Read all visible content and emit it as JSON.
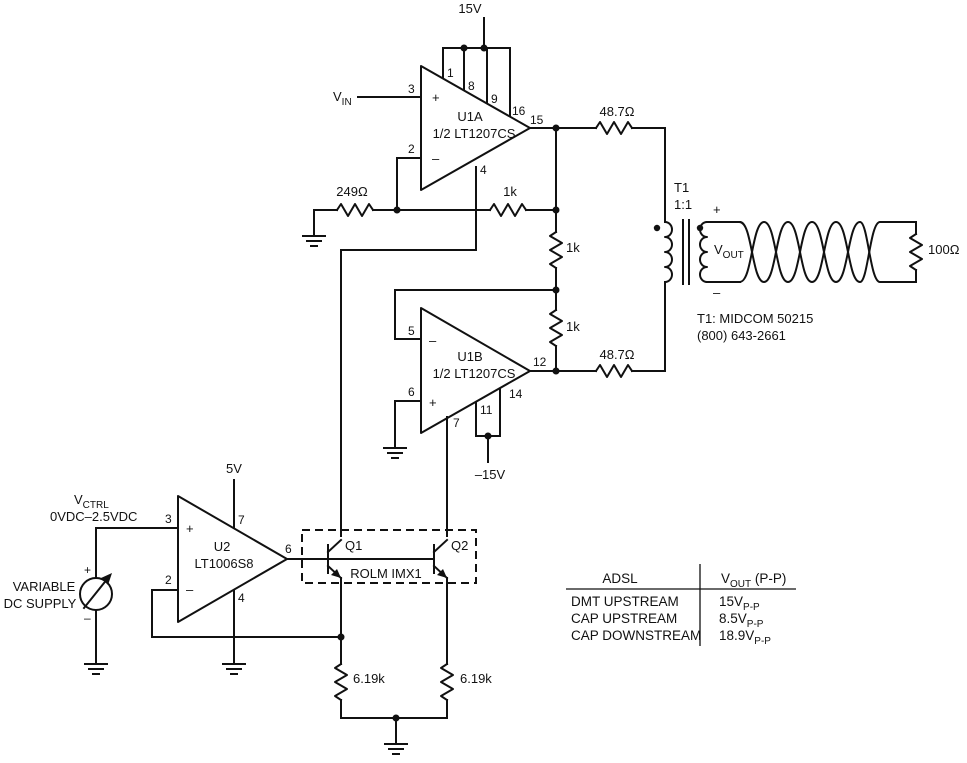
{
  "supplies": {
    "pos15": "15V",
    "neg15": "–15V",
    "pos5": "5V"
  },
  "u1a": {
    "name": "U1A",
    "part": "1/2 LT1207CS",
    "pins": {
      "p1": "1",
      "p8": "8",
      "p9": "9",
      "p16": "16",
      "p3": "3",
      "p2": "2",
      "p4": "4",
      "p15": "15"
    }
  },
  "u1b": {
    "name": "U1B",
    "part": "1/2 LT1207CS",
    "pins": {
      "p5": "5",
      "p6": "6",
      "p7": "7",
      "p11": "11",
      "p14": "14",
      "p12": "12"
    }
  },
  "u2": {
    "name": "U2",
    "part": "LT1006S8",
    "pins": {
      "p3": "3",
      "p2": "2",
      "p7": "7",
      "p4": "4",
      "p6": "6"
    }
  },
  "signals": {
    "vin_main": "V",
    "vin_sub": "IN",
    "vctrl_main": "V",
    "vctrl_sub": "CTRL",
    "vctrl_range": "0VDC–2.5VDC",
    "vout_main": "V",
    "vout_sub": "OUT"
  },
  "opamp_signs": {
    "plus": "+",
    "minus": "–"
  },
  "resistors": {
    "r249": "249Ω",
    "r1k_a": "1k",
    "r1k_b": "1k",
    "r1k_c": "1k",
    "r487_top": "48.7Ω",
    "r487_bot": "48.7Ω",
    "r100": "100Ω",
    "r619_a": "6.19k",
    "r619_b": "6.19k"
  },
  "transformer": {
    "name": "T1",
    "ratio": "1:1",
    "plus": "+",
    "minus": "–",
    "note_line1": "T1: MIDCOM 50215",
    "note_line2": "(800) 643-2661"
  },
  "transistors": {
    "q1": "Q1",
    "q2": "Q2",
    "array": "ROLM IMX1"
  },
  "supply_source": {
    "line1": "VARIABLE",
    "line2": "DC SUPPLY",
    "plus": "+",
    "minus": "–"
  },
  "table": {
    "col1_header": "ADSL",
    "col2_header_main": "V",
    "col2_header_sub": "OUT",
    "col2_header_tail": " (P-P)",
    "rows": [
      {
        "mode": "DMT UPSTREAM",
        "value": "15V",
        "unit": "P-P"
      },
      {
        "mode": "CAP UPSTREAM",
        "value": "8.5V",
        "unit": "P-P"
      },
      {
        "mode": "CAP DOWNSTREAM",
        "value": "18.9V",
        "unit": "P-P"
      }
    ]
  }
}
